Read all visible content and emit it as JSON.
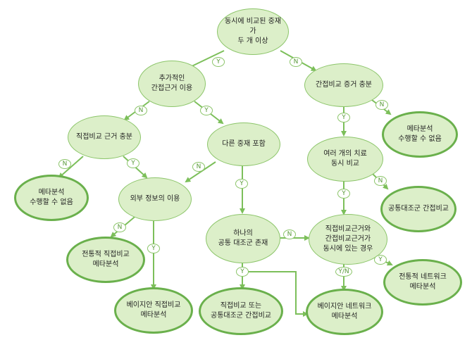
{
  "colors": {
    "node_fill": "#dcefc9",
    "node_border": "#8cc56a",
    "terminal_border": "#6ab04c",
    "arrow": "#7cbf5a",
    "label_text": "#5a9a3a"
  },
  "nodes": {
    "n_multi": "동시에 비교된 중재가\n두 개 이상",
    "n_add": "추가적인\n간접근거 이용",
    "n_indirect": "간접비교 증거 충분",
    "n_direct": "직접비교 근거 충분",
    "n_other": "다른 중재 포함",
    "n_several": "여러 개의 치료\n동시 비교",
    "n_meta_no_left": "메타분석\n수행할 수 없음",
    "n_meta_no_right": "메타분석\n수행할 수 없음",
    "n_external": "외부 정보의 이용",
    "n_common_ctrl": "하나의\n공통 대조군 존재",
    "n_both": "직접비교근거와\n간접비교근거가\n동시에 있는 경우",
    "n_common_indirect": "공통대조군 간접비교",
    "n_trad": "전통적 직접비교\n메타분석",
    "n_bayes_direct": "베이지안 직접비교\n메타분석",
    "n_direct_or_common": "직접비교 또는\n공통대조군 간접비교",
    "n_bayes_network": "베이지안 네트워크\n메타분석",
    "n_trad_network": "전통적 네트워크\n메타분석"
  },
  "labels": {
    "y": "Y",
    "n": "N",
    "yn": "Y/N"
  }
}
